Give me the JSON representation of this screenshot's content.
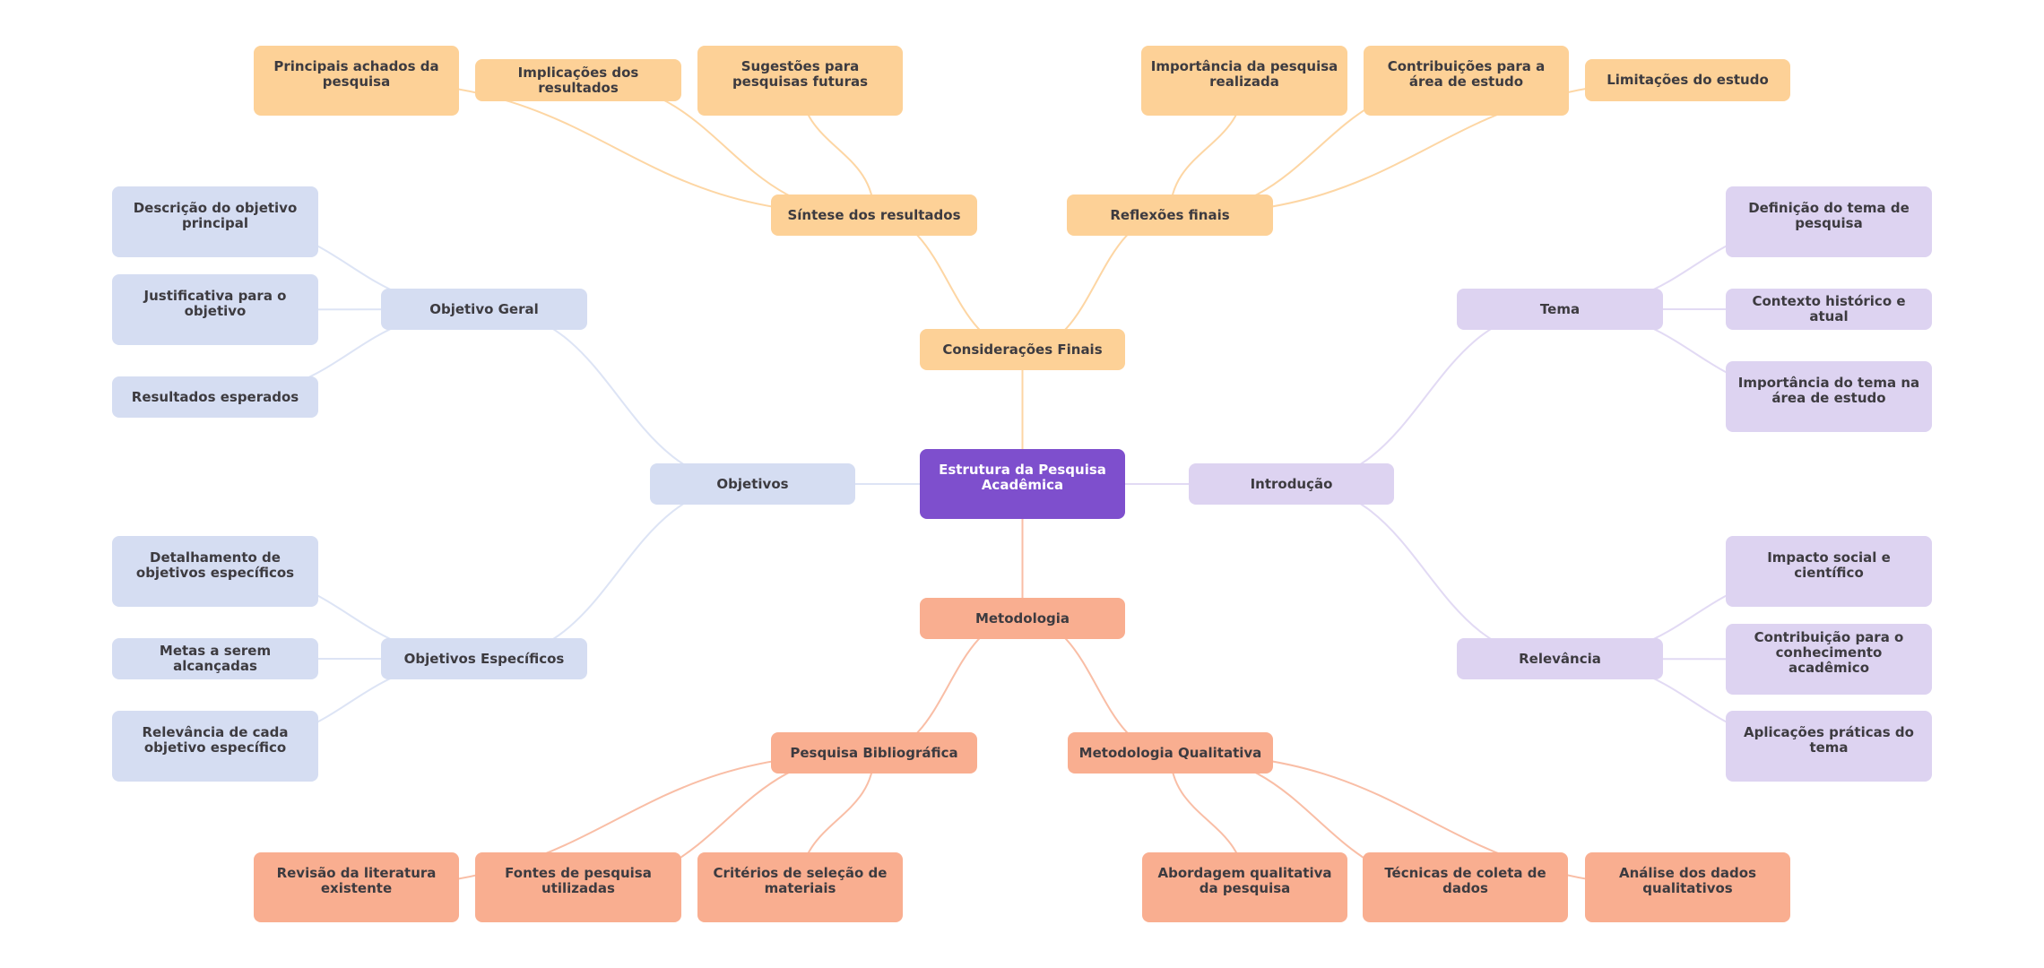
{
  "title": "Estrutura da Pesquisa Acadêmica",
  "colors": {
    "root": "#7e4fcd",
    "consideracoes": "#fdd197",
    "consideracoes_edge": "#fdd6a4",
    "objetivos": "#d5ddf2",
    "objetivos_edge": "#dde4f5",
    "introducao": "#ddd3f1",
    "introducao_edge": "#e2daf4",
    "metodologia": "#f9ae90",
    "metodologia_edge": "#f9bea6"
  },
  "nodes": {
    "root": "Estrutura da Pesquisa Acadêmica",
    "consideracoes": "Considerações Finais",
    "sintese": "Síntese dos resultados",
    "reflexoes": "Reflexões finais",
    "principais": "Principais achados da pesquisa",
    "implicacoes": "Implicações dos resultados",
    "sugestoes": "Sugestões para pesquisas futuras",
    "importancia_pesquisa": "Importância da pesquisa realizada",
    "contribuicoes": "Contribuições para a área de estudo",
    "limitacoes": "Limitações do estudo",
    "objetivos": "Objetivos",
    "objetivo_geral": "Objetivo Geral",
    "descricao": "Descrição do objetivo principal",
    "justificativa": "Justificativa para o objetivo",
    "resultados_esperados": "Resultados esperados",
    "objetivos_especificos": "Objetivos Específicos",
    "detalhamento": "Detalhamento de objetivos específicos",
    "metas": "Metas a serem alcançadas",
    "relevancia_cada": "Relevância de cada objetivo específico",
    "introducao": "Introdução",
    "tema": "Tema",
    "definicao": "Definição do tema de pesquisa",
    "contexto": "Contexto histórico e atual",
    "importancia_tema": "Importância do tema na área de estudo",
    "relevancia": "Relevância",
    "impacto": "Impacto social e científico",
    "contribuicao": "Contribuição para o conhecimento acadêmico",
    "aplicacoes": "Aplicações práticas do tema",
    "metodologia": "Metodologia",
    "bibliografica": "Pesquisa Bibliográfica",
    "qualitativa": "Metodologia Qualitativa",
    "revisao": "Revisão da literatura existente",
    "fontes": "Fontes de pesquisa utilizadas",
    "criterios": "Critérios de seleção de materiais",
    "abordagem": "Abordagem qualitativa da pesquisa",
    "tecnicas": "Técnicas de coleta de dados",
    "analise": "Análise dos dados qualitativos"
  },
  "edges": [
    [
      "root",
      "consideracoes"
    ],
    [
      "root",
      "objetivos"
    ],
    [
      "root",
      "introducao"
    ],
    [
      "root",
      "metodologia"
    ],
    [
      "consideracoes",
      "sintese"
    ],
    [
      "consideracoes",
      "reflexoes"
    ],
    [
      "sintese",
      "principais"
    ],
    [
      "sintese",
      "implicacoes"
    ],
    [
      "sintese",
      "sugestoes"
    ],
    [
      "reflexoes",
      "importancia_pesquisa"
    ],
    [
      "reflexoes",
      "contribuicoes"
    ],
    [
      "reflexoes",
      "limitacoes"
    ],
    [
      "objetivos",
      "objetivo_geral"
    ],
    [
      "objetivos",
      "objetivos_especificos"
    ],
    [
      "objetivo_geral",
      "descricao"
    ],
    [
      "objetivo_geral",
      "justificativa"
    ],
    [
      "objetivo_geral",
      "resultados_esperados"
    ],
    [
      "objetivos_especificos",
      "detalhamento"
    ],
    [
      "objetivos_especificos",
      "metas"
    ],
    [
      "objetivos_especificos",
      "relevancia_cada"
    ],
    [
      "introducao",
      "tema"
    ],
    [
      "introducao",
      "relevancia"
    ],
    [
      "tema",
      "definicao"
    ],
    [
      "tema",
      "contexto"
    ],
    [
      "tema",
      "importancia_tema"
    ],
    [
      "relevancia",
      "impacto"
    ],
    [
      "relevancia",
      "contribuicao"
    ],
    [
      "relevancia",
      "aplicacoes"
    ],
    [
      "metodologia",
      "bibliografica"
    ],
    [
      "metodologia",
      "qualitativa"
    ],
    [
      "bibliografica",
      "revisao"
    ],
    [
      "bibliografica",
      "fontes"
    ],
    [
      "bibliografica",
      "criterios"
    ],
    [
      "qualitativa",
      "abordagem"
    ],
    [
      "qualitativa",
      "tecnicas"
    ],
    [
      "qualitativa",
      "analise"
    ]
  ]
}
